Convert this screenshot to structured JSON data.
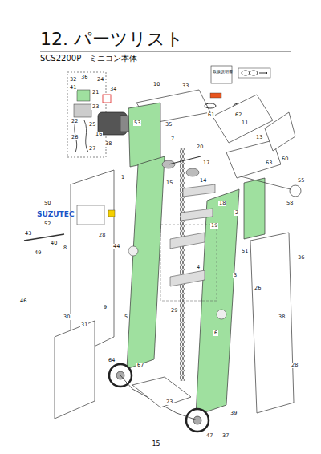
{
  "diagram": {
    "title": "12. パーツリスト",
    "labels": [
      "SCS2200P　ミニコン本体",
      "取扱説明書",
      "SUZUTEC",
      "- 15 -",
      "24",
      "32",
      "36",
      "41",
      "21",
      "22",
      "23",
      "25",
      "26",
      "27",
      "16",
      "34",
      "38",
      "10",
      "33",
      "61",
      "62",
      "53",
      "35",
      "7",
      "20",
      "17",
      "14",
      "15",
      "18",
      "19",
      "29",
      "11",
      "13",
      "63",
      "60",
      "55",
      "58",
      "1",
      "51",
      "2",
      "3",
      "4",
      "50",
      "52",
      "43",
      "40",
      "8",
      "49",
      "28",
      "5",
      "6",
      "9",
      "30",
      "31",
      "46",
      "64",
      "67",
      "23",
      "47",
      "37",
      "39",
      "26",
      "36",
      "38",
      "28",
      "44"
    ]
  }
}
